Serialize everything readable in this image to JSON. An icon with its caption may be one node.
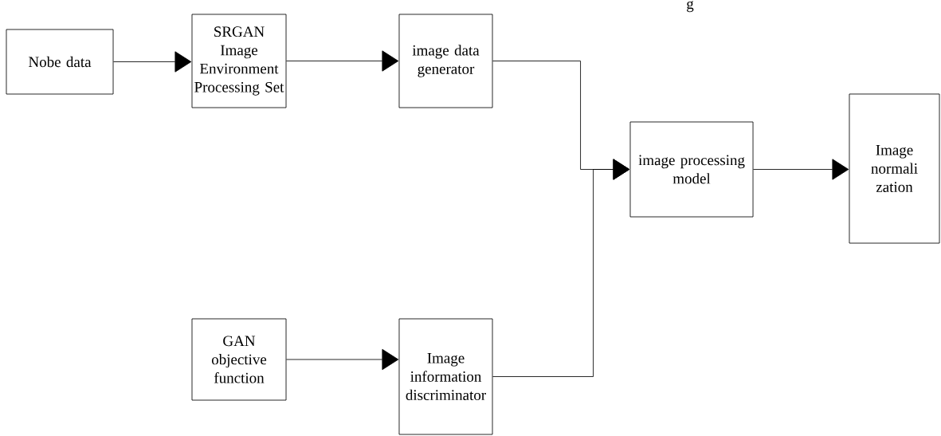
{
  "diagram": {
    "nodes": [
      {
        "text": [
          "Nobe data"
        ]
      },
      {
        "text": [
          "SRGAN Image Environment Processing Set"
        ]
      },
      {
        "text": [
          "image data generator"
        ]
      },
      {
        "text": [
          "image processing model"
        ]
      },
      {
        "text": [
          "Image normali zation"
        ]
      },
      {
        "text": [
          "GAN objective function"
        ]
      },
      {
        "text": [
          "Image information discriminator"
        ]
      }
    ],
    "edges": [
      {
        "from": 0,
        "to": 1,
        "arrow": "to"
      },
      {
        "from": 1,
        "to": 2,
        "arrow": "to"
      },
      {
        "from": 2,
        "to": 3,
        "arrow": "to"
      },
      {
        "from": 6,
        "to": 3,
        "arrow": "to"
      },
      {
        "from": 3,
        "to": 4,
        "arrow": "to"
      },
      {
        "from": 5,
        "to": 6,
        "arrow": "to"
      }
    ],
    "labels": [
      "g"
    ]
  }
}
